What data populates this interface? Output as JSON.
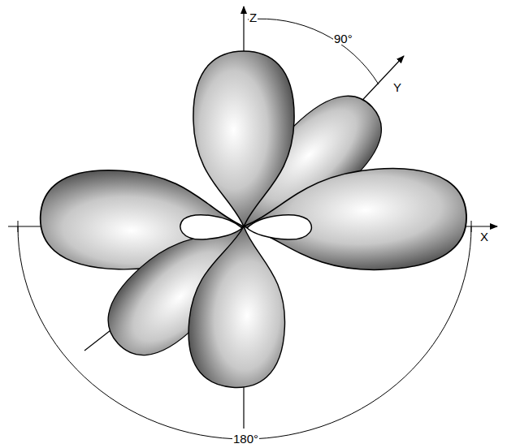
{
  "diagram": {
    "labels": [
      "Z",
      "90°",
      "Y",
      "X",
      "180°"
    ]
  }
}
